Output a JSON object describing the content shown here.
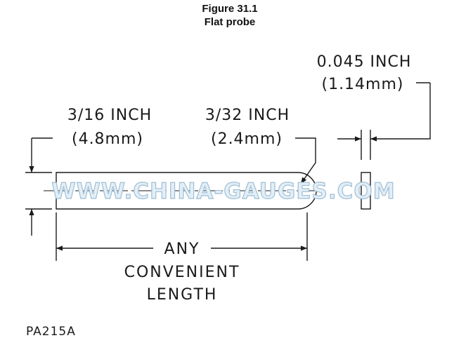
{
  "figure": {
    "number": "Figure 31.1",
    "caption": "Flat probe"
  },
  "dimensions": {
    "thickness_label": "0.045 INCH",
    "thickness_metric": "(1.14mm)",
    "width_label": "3/16 INCH",
    "width_metric": "(4.8mm)",
    "radius_label": "3/32 INCH",
    "radius_metric": "(2.4mm)",
    "length_line1": "ANY",
    "length_line2": "CONVENIENT",
    "length_line3": "LENGTH"
  },
  "watermark": "WWW.CHINA-GAUGES.COM",
  "drawing_code": "PA215A",
  "colors": {
    "line": "#1a1a1a",
    "watermark_fill": "#e3eef6",
    "watermark_stroke": "#9fbfd6"
  }
}
